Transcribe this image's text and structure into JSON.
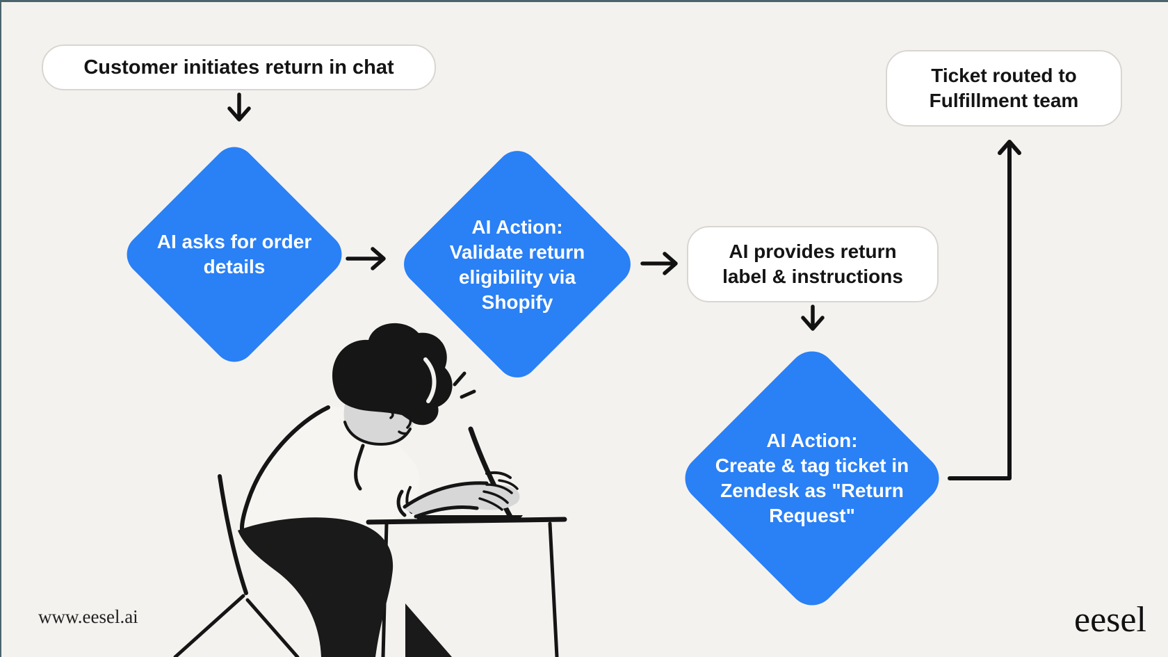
{
  "flow": {
    "start": {
      "label": "Customer initiates return in chat"
    },
    "ask": {
      "label": "AI asks for order\ndetails"
    },
    "validate": {
      "label": "AI Action:\nValidate return\neligibility via\nShopify"
    },
    "provide": {
      "label": "AI provides return\nlabel & instructions"
    },
    "ticket": {
      "label": "AI Action:\nCreate & tag ticket in\nZendesk as \"Return\nRequest\""
    },
    "routed": {
      "label": "Ticket routed to\nFulfillment team"
    }
  },
  "footer": {
    "site": "www.eesel.ai",
    "logo": "eesel"
  },
  "colors": {
    "background": "#f4f2ef",
    "node_blue": "#2a80f5",
    "arrow_black": "#121212",
    "frame_edge": "#4a646d"
  },
  "illustration": {
    "alt": "person typing on a laptop at a desk"
  }
}
